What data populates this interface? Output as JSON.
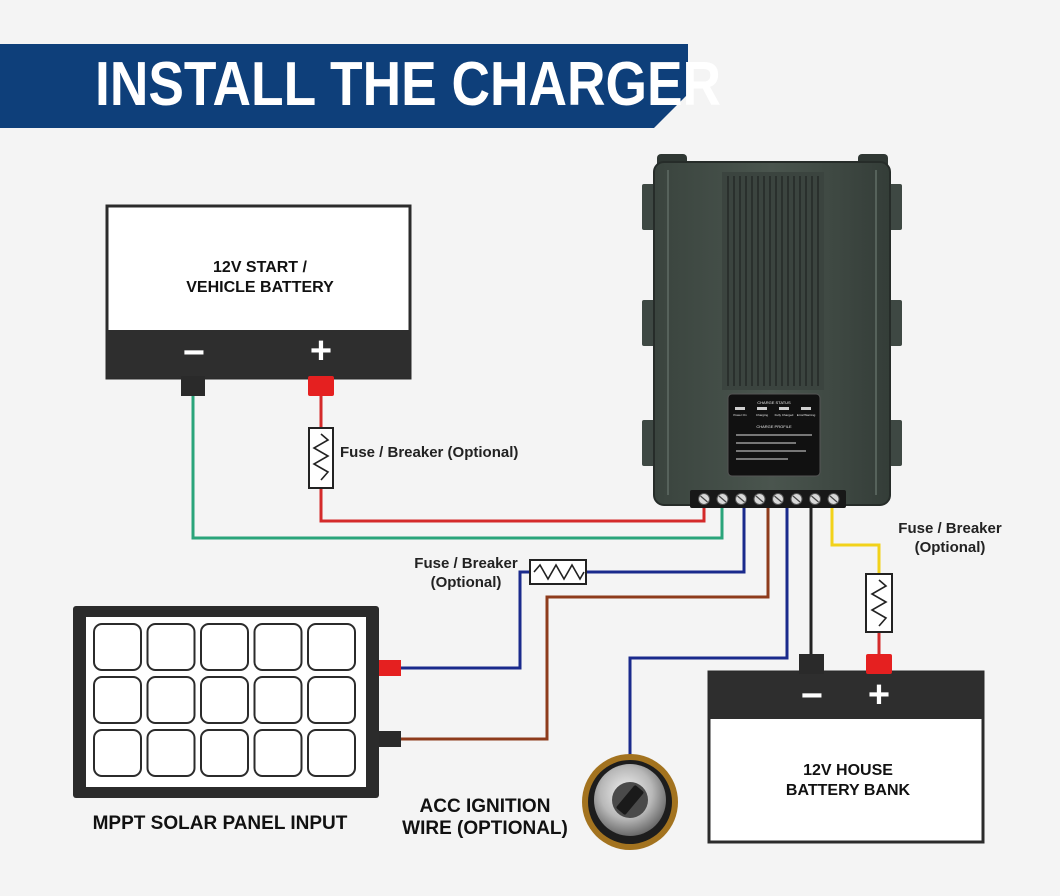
{
  "title": "INSTALL THE CHARGER",
  "start_battery": {
    "line1": "12V START /",
    "line2": "VEHICLE BATTERY",
    "neg_symbol": "−",
    "pos_symbol": "+"
  },
  "house_battery": {
    "line1": "12V HOUSE",
    "line2": "BATTERY BANK",
    "neg_symbol": "−",
    "pos_symbol": "+"
  },
  "fuse_start": {
    "label": "Fuse / Breaker (Optional)"
  },
  "fuse_solar": {
    "line1": "Fuse / Breaker",
    "line2": "(Optional)"
  },
  "fuse_house": {
    "line1": "Fuse / Breaker",
    "line2": "(Optional)"
  },
  "solar_panel": {
    "label": "MPPT SOLAR PANEL INPUT",
    "cell_rows": 3,
    "cell_cols": 5
  },
  "ignition": {
    "line1": "ACC IGNITION",
    "line2": "WIRE (OPTIONAL)"
  },
  "charger": {
    "status_header": "CHARGE STATUS",
    "status_items": [
      "Power On",
      "Charging",
      "Fully Charged",
      "Error/Warning"
    ],
    "profile_header": "CHARGE PROFILE"
  },
  "wire_colors": {
    "green": "#2aa47a",
    "red": "#d42a2a",
    "blue": "#1a2a8c",
    "brown": "#8e3b1c",
    "black": "#222222",
    "yellow": "#f2d21a"
  }
}
